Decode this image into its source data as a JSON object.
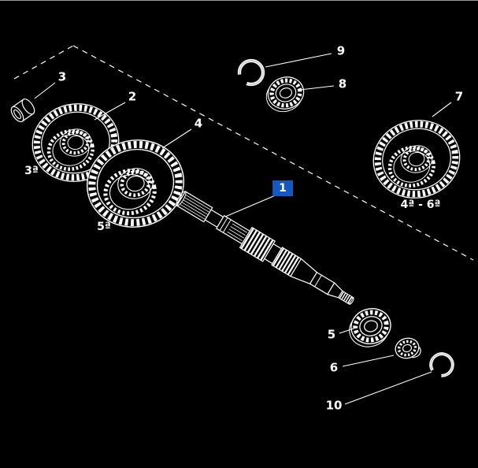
{
  "colors": {
    "background": "#000000",
    "line": "#ffffff",
    "highlight": "#1658c0"
  },
  "callouts": {
    "c1": {
      "label": "1",
      "highlighted": true
    },
    "c2": {
      "label": "2",
      "highlighted": false
    },
    "c3": {
      "label": "3",
      "highlighted": false
    },
    "c4": {
      "label": "4",
      "highlighted": false
    },
    "c5": {
      "label": "5",
      "highlighted": false
    },
    "c6": {
      "label": "6",
      "highlighted": false
    },
    "c7": {
      "label": "7",
      "highlighted": false
    },
    "c8": {
      "label": "8",
      "highlighted": false
    },
    "c9": {
      "label": "9",
      "highlighted": false
    },
    "c10": {
      "label": "10",
      "highlighted": false
    }
  },
  "part_labels": {
    "gear2": "3ª",
    "gear4": "5ª",
    "gear7": "4ª - 6ª"
  }
}
